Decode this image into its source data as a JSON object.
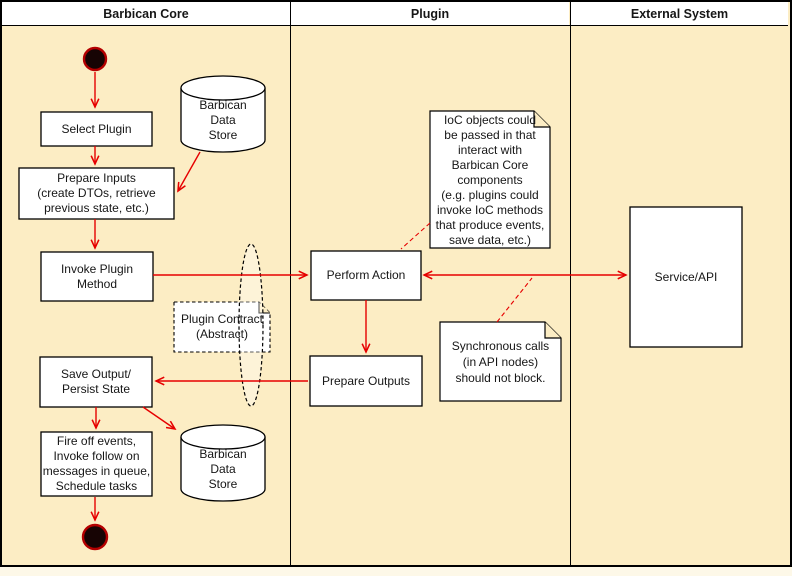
{
  "diagram_title": "Barbican plugin invocation activity diagram",
  "lanes": [
    {
      "label": "Barbican Core"
    },
    {
      "label": "Plugin"
    },
    {
      "label": "External System"
    }
  ],
  "nodes": {
    "select_plugin": {
      "label": "Select Plugin"
    },
    "prepare_inputs": {
      "label": "Prepare Inputs\n(create DTOs, retrieve\nprevious state, etc.)"
    },
    "invoke_plugin": {
      "label": "Invoke Plugin\nMethod"
    },
    "save_output": {
      "label": "Save Output/\nPersist State"
    },
    "fire_off": {
      "label": "Fire off events,\nInvoke follow on\nmessages in queue,\nSchedule tasks"
    },
    "perform_action": {
      "label": "Perform Action"
    },
    "prepare_outputs": {
      "label": "Prepare Outputs"
    },
    "service_api": {
      "label": "Service/API"
    },
    "datastore_top": {
      "label": "Barbican\nData\nStore"
    },
    "datastore_bottom": {
      "label": "Barbican\nData\nStore"
    },
    "plugin_contract": {
      "label": "Plugin Contract\n(Abstract)"
    }
  },
  "notes": {
    "ioc": {
      "text": "IoC objects could\nbe passed in that\ninteract with\nBarbican Core\ncomponents\n(e.g. plugins could\ninvoke IoC methods\nthat produce events,\nsave data, etc.)"
    },
    "sync": {
      "text": "Synchronous calls\n(in API nodes)\nshould not block."
    }
  },
  "colors": {
    "lane_background": "#FCEDC4",
    "header_background": "#FFFFFF",
    "box_fill": "#FFFFFF",
    "arrow_red": "#E60000",
    "terminal_ring": "#B40000",
    "terminal_fill": "#170404",
    "line_black": "#000000"
  }
}
